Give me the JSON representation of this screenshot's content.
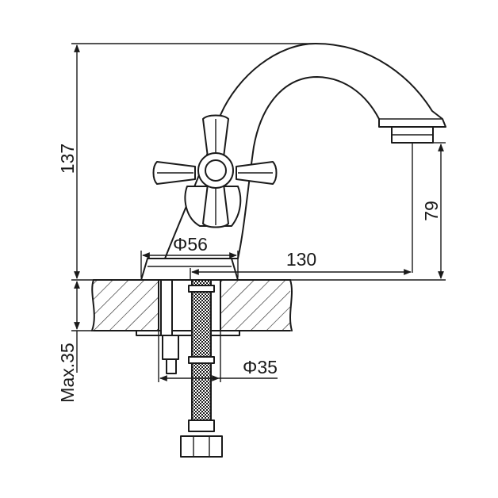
{
  "dimensions": {
    "height_total": "137",
    "spout_clearance": "79",
    "reach": "130",
    "base_diameter": "Φ56",
    "hole_diameter": "Φ35",
    "max_thickness": "Max.35"
  },
  "colors": {
    "line": "#1a1a1a",
    "background": "#ffffff"
  }
}
